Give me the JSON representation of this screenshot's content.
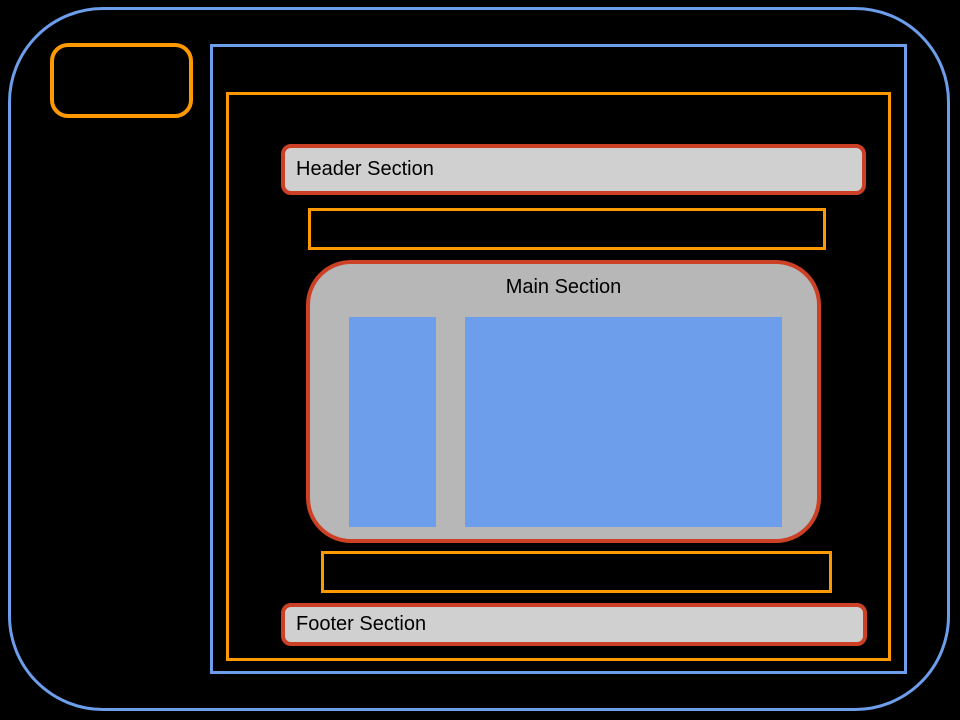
{
  "diagram": {
    "type": "nested-layout-wireframe",
    "labels": {
      "header": "Header Section",
      "main": "Main Section",
      "footer": "Footer Section"
    },
    "colors": {
      "canvas_bg": "#000000",
      "blue_line": "#6d9eeb",
      "orange_line": "#ff9900",
      "section_border": "#cc4125",
      "section_fill": "#d0d0d0",
      "main_fill": "#b7b7b7",
      "panel_fill": "#6d9eeb"
    }
  }
}
